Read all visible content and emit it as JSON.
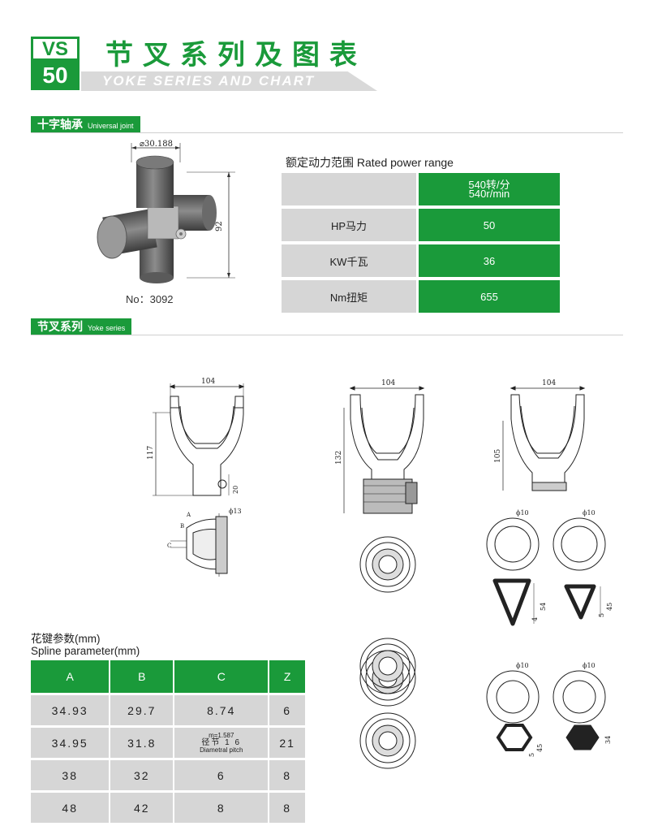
{
  "header": {
    "code_top": "VS",
    "code_bottom": "50",
    "title_cn": "节叉系列及图表",
    "title_en": "YOKE SERIES AND CHART"
  },
  "universal_joint": {
    "label_cn": "十字轴承",
    "label_en": "Universal joint",
    "dim_diameter": "⌀30.188",
    "dim_length": "92",
    "part_no": "No：3092"
  },
  "power_range": {
    "title": "额定动力范围  Rated power range",
    "speed_cn": "540转/分",
    "speed_en": "540r/min",
    "rows": [
      {
        "label": "HP马力",
        "value": "50"
      },
      {
        "label": "KW千瓦",
        "value": "36"
      },
      {
        "label": "Nm扭矩",
        "value": "655"
      }
    ]
  },
  "yoke_series": {
    "label_cn": "节叉系列",
    "label_en": "Yoke series",
    "d1": {
      "width": "104",
      "height": "117",
      "bottom": "20",
      "bolt": "ϕ13",
      "a": "A",
      "b": "B",
      "c": "C"
    },
    "d2": {
      "width": "104",
      "height": "132"
    },
    "d3": {
      "width": "104",
      "height": "105",
      "hole1": "ϕ10",
      "hole2": "ϕ10",
      "hole3": "ϕ10",
      "hole4": "ϕ10",
      "tri1_a": "54",
      "tri1_b": "4",
      "tri2_a": "45",
      "tri2_b": "5",
      "hex1_a": "45",
      "hex1_b": "5",
      "hex2": "34"
    }
  },
  "spline": {
    "title_cn": "花键参数(mm)",
    "title_en": "Spline parameter(mm)",
    "headers": [
      "A",
      "B",
      "C",
      "Z"
    ],
    "rows": [
      {
        "a": "34.93",
        "b": "29.7",
        "c": "8.74",
        "z": "6"
      },
      {
        "a": "34.95",
        "b": "31.8",
        "c1": "m=1.587",
        "c2": "径节 1 6",
        "c3": "Diametral pitch",
        "z": "21"
      },
      {
        "a": "38",
        "b": "32",
        "c": "6",
        "z": "8"
      },
      {
        "a": "48",
        "b": "42",
        "c": "8",
        "z": "8"
      }
    ]
  }
}
